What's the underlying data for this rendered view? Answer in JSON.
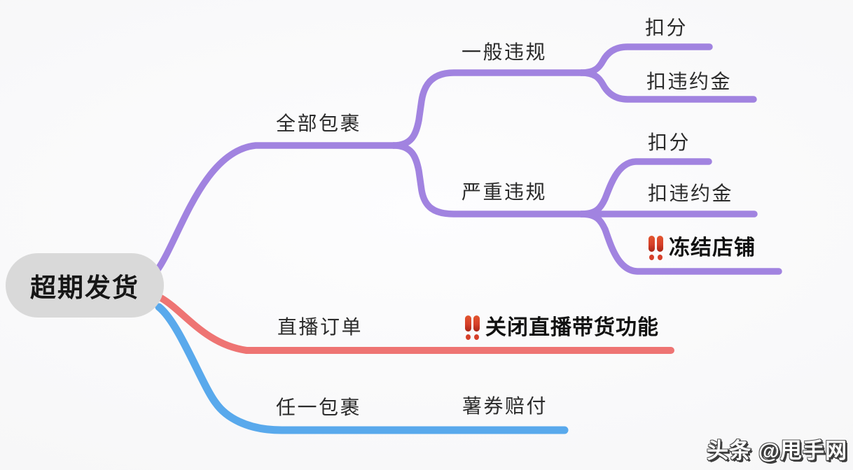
{
  "root": {
    "label": "超期发货"
  },
  "branches": [
    {
      "label": "全部包裹",
      "color": "#a183e0",
      "children": [
        {
          "label": "一般违规",
          "children": [
            {
              "label": "扣分"
            },
            {
              "label": "扣违约金"
            }
          ]
        },
        {
          "label": "严重违规",
          "children": [
            {
              "label": "扣分"
            },
            {
              "label": "扣违约金"
            },
            {
              "label": "冻结店铺",
              "warning": true,
              "warning_icon": "double-exclamation"
            }
          ]
        }
      ]
    },
    {
      "label": "直播订单",
      "color": "#ee7473",
      "children": [
        {
          "label": "关闭直播带货功能",
          "warning": true,
          "warning_icon": "double-exclamation"
        }
      ]
    },
    {
      "label": "任一包裹",
      "color": "#59a9ec",
      "children": [
        {
          "label": "薯券赔付"
        }
      ]
    }
  ],
  "watermark": {
    "text": "头条 @甩手网"
  },
  "colors": {
    "purple": "#a183e0",
    "red": "#ee7473",
    "blue": "#59a9ec",
    "warning": "#d6402a",
    "nodefill": "#d9d9d9",
    "textcolor": "#2b2b2b",
    "boldtext": "#111111",
    "background": "#f5f5f6"
  }
}
